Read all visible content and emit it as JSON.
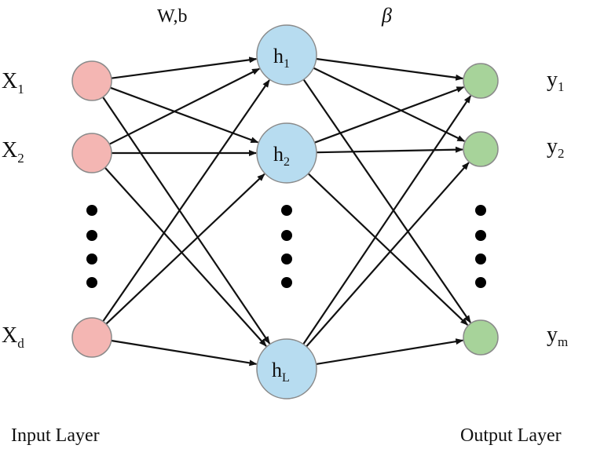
{
  "colors": {
    "input_node": "#f4b6b3",
    "hidden_node": "#b7dcf0",
    "output_node": "#a7d39a",
    "edge": "#111111",
    "background": "#ffffff"
  },
  "labels": {
    "weights_bias": "W,b",
    "beta": "β",
    "input_layer": "Input Layer",
    "output_layer": "Output Layer"
  },
  "input_nodes": [
    {
      "main": "X",
      "sub": "1"
    },
    {
      "main": "X",
      "sub": "2"
    },
    {
      "main": "X",
      "sub": "d"
    }
  ],
  "hidden_nodes": [
    {
      "main": "h",
      "sub": "1"
    },
    {
      "main": "h",
      "sub": "2"
    },
    {
      "main": "h",
      "sub": "L"
    }
  ],
  "output_nodes": [
    {
      "main": "y",
      "sub": "1"
    },
    {
      "main": "y",
      "sub": "2"
    },
    {
      "main": "y",
      "sub": "m"
    }
  ]
}
